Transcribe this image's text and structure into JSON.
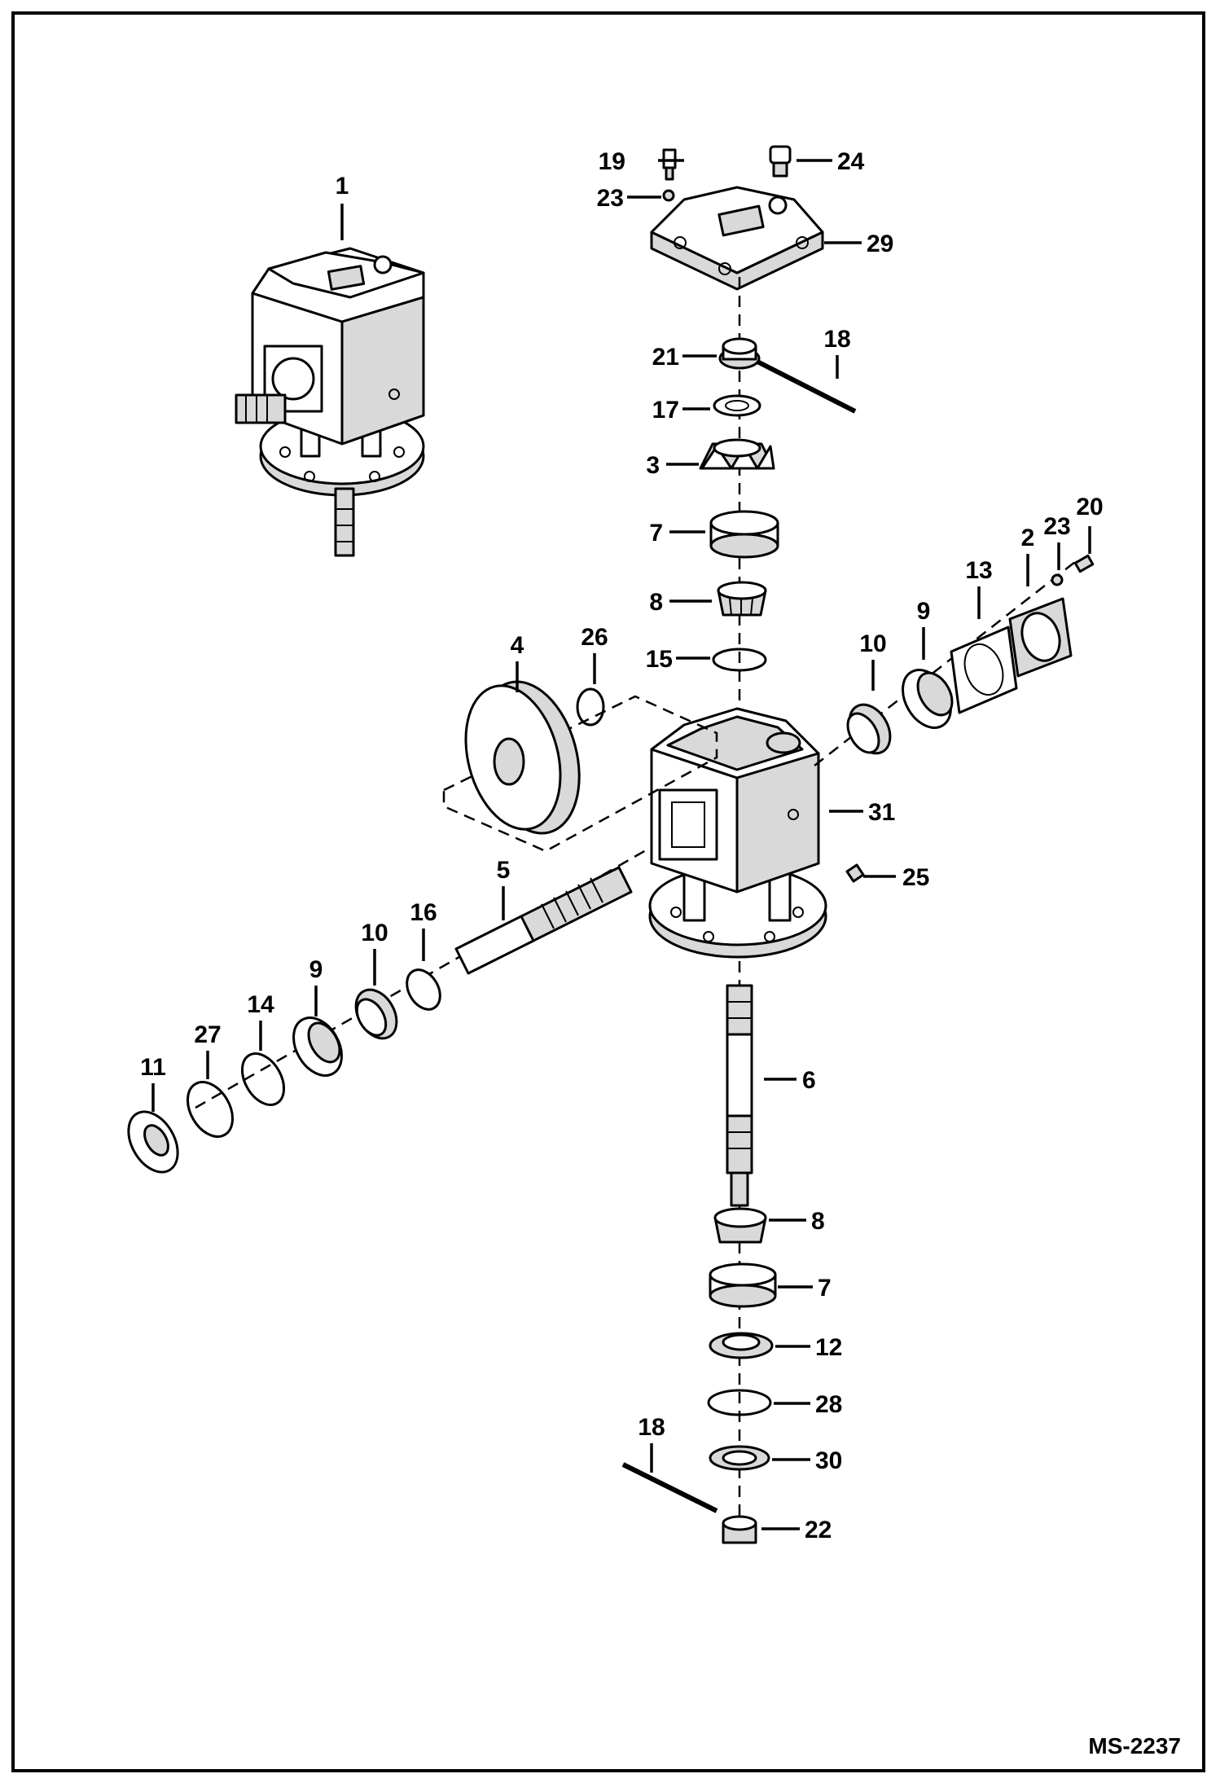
{
  "drawing_id": "MS-2237",
  "parts": {
    "p1": "1",
    "p2": "2",
    "p3": "3",
    "p4": "4",
    "p5": "5",
    "p6": "6",
    "p7a": "7",
    "p7b": "7",
    "p8a": "8",
    "p8b": "8",
    "p9a": "9",
    "p9b": "9",
    "p10a": "10",
    "p10b": "10",
    "p11": "11",
    "p12": "12",
    "p13": "13",
    "p14": "14",
    "p15": "15",
    "p16": "16",
    "p17": "17",
    "p18a": "18",
    "p18b": "18",
    "p19": "19",
    "p20": "20",
    "p21": "21",
    "p22": "22",
    "p23a": "23",
    "p23b": "23",
    "p24": "24",
    "p25": "25",
    "p26": "26",
    "p27": "27",
    "p28": "28",
    "p29": "29",
    "p30": "30",
    "p31": "31"
  }
}
